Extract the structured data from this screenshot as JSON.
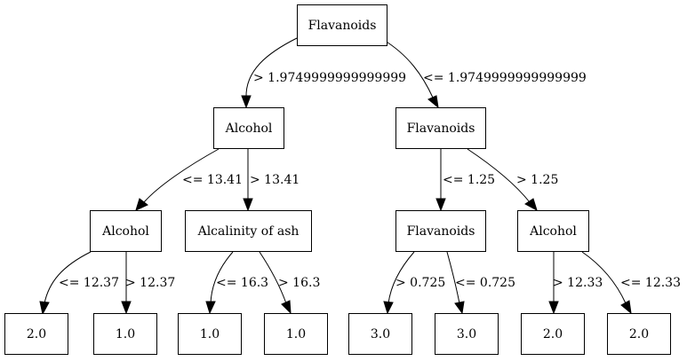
{
  "nodes": {
    "root": "Flavanoids",
    "l": "Alcohol",
    "r": "Flavanoids",
    "ll": "Alcohol",
    "lr": "Alcalinity of ash",
    "rl": "Flavanoids",
    "rr": "Alcohol",
    "lll": "2.0",
    "llr": "1.0",
    "lrl": "1.0",
    "lrr": "1.0",
    "rll": "3.0",
    "rlr": "3.0",
    "rrl": "2.0",
    "rrr": "2.0"
  },
  "edges": {
    "root_l": "> 1.9749999999999999",
    "root_r": "<= 1.9749999999999999",
    "l_ll": "<= 13.41",
    "l_lr": "> 13.41",
    "r_rl": "<= 1.25",
    "r_rr": "> 1.25",
    "ll_lll": "<= 12.37",
    "ll_llr": "> 12.37",
    "lr_lrl": "<= 16.3",
    "lr_lrr": "> 16.3",
    "rl_rll": "> 0.725",
    "rl_rlr": "<= 0.725",
    "rr_rrl": "> 12.33",
    "rr_rrr": "<= 12.33"
  }
}
